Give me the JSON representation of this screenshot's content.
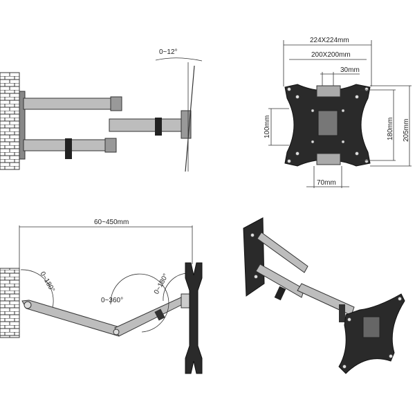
{
  "tilt_view": {
    "tilt_label": "0~12°"
  },
  "plate_view": {
    "outer_width_label": "224X224mm",
    "vesa_label": "200X200mm",
    "top_spacing_label": "30mm",
    "left_height_label": "100mm",
    "inner_height_label": "180mm",
    "outer_height_label": "205mm",
    "bottom_spacing_label": "70mm"
  },
  "swivel_view": {
    "extension_label": "60~450mm",
    "wall_swivel_label": "0~180°",
    "middle_swivel_label": "0~360°",
    "plate_swivel_label": "0~180°"
  },
  "colors": {
    "line": "#333333",
    "arm": "#bdbdbd",
    "plate": "#2a2a2a"
  }
}
